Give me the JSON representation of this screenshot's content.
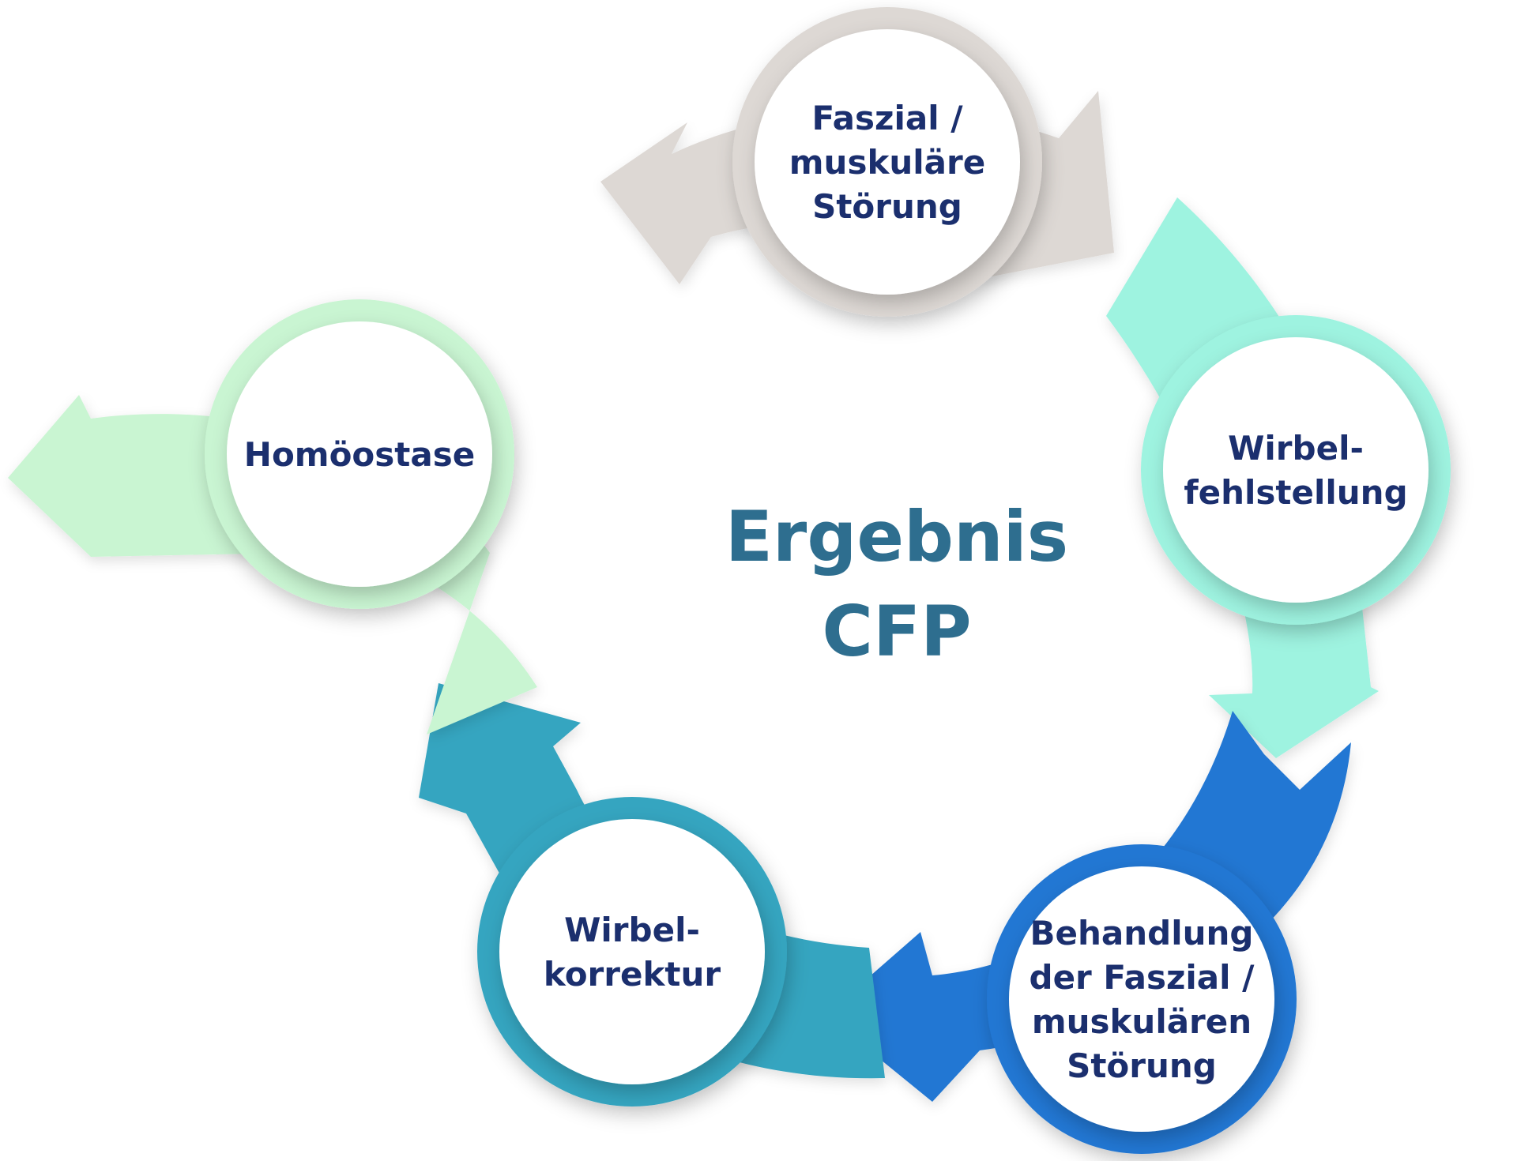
{
  "center": {
    "line1": "Ergebnis",
    "line2": "CFP"
  },
  "colors": {
    "grey": "#ddd8d4",
    "mint": "#9ef3e0",
    "blue": "#2277d3",
    "teal": "#36a5c0",
    "green": "#c9f5d2",
    "text_dark": "#1b2f6e",
    "text_center": "#2e6e8f"
  },
  "nodes": [
    {
      "id": "faszial",
      "lines": [
        "Faszial /",
        "muskuläre",
        "Störung"
      ]
    },
    {
      "id": "wirbelfehl",
      "lines": [
        "Wirbel-",
        "fehlstellung"
      ]
    },
    {
      "id": "behandlung",
      "lines": [
        "Behandlung",
        "der Faszial /",
        "muskulären",
        "Störung"
      ]
    },
    {
      "id": "wirbelkorr",
      "lines": [
        "Wirbel-",
        "korrektur"
      ]
    },
    {
      "id": "homoo",
      "lines": [
        "Homöostase"
      ]
    }
  ]
}
